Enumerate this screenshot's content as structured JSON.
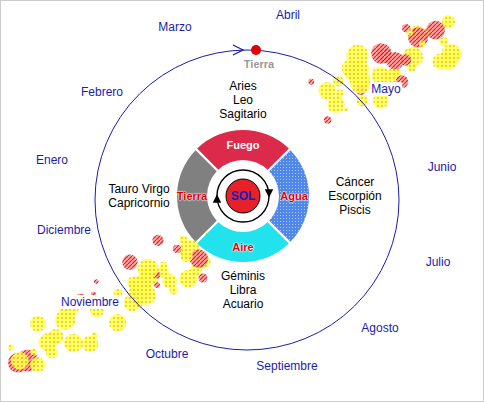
{
  "diagram": {
    "nodes": [
      {
        "text": [
          "Tierra"
        ]
      },
      {
        "text": [
          "Aries Leo Sagitario",
          "Fuego"
        ]
      },
      {
        "text": [
          "Tauro Virgo Capricornio",
          "Tierra"
        ]
      },
      {
        "text": [
          "SOL"
        ]
      },
      {
        "text": [
          "Agua",
          "Cáncer Escorpión Piscis"
        ]
      },
      {
        "text": [
          "Aire",
          "Géminis Libra Acuario"
        ]
      }
    ],
    "labels": [
      "Marzo",
      "Abril",
      "Mayo",
      "Junio",
      "Julio",
      "Agosto",
      "Septiembre",
      "Octubre",
      "Noviembre",
      "Diciembre",
      "Enero",
      "Febrero"
    ]
  }
}
